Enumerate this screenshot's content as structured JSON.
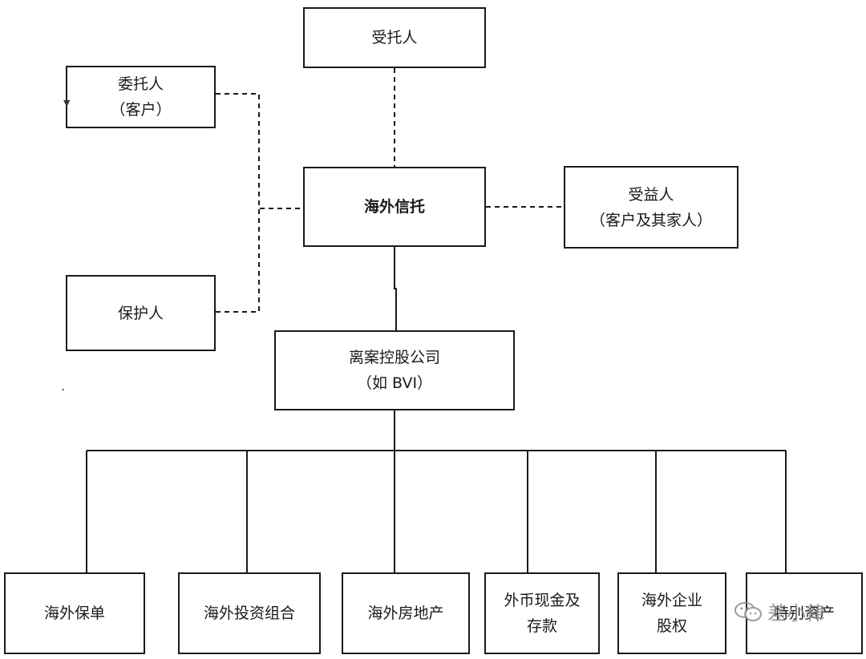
{
  "nodes": {
    "trustee": "受托人",
    "settlor": {
      "line1": "委托人",
      "line2": "（客户）"
    },
    "trust": "海外信托",
    "beneficiary": {
      "line1": "受益人",
      "line2": "（客户及其家人）"
    },
    "protector": "保护人",
    "holding": {
      "line1": "离案控股公司",
      "line2": "（如 BVI）"
    }
  },
  "assets": [
    {
      "line1": "海外保单",
      "line2": ""
    },
    {
      "line1": "海外投资组合",
      "line2": ""
    },
    {
      "line1": "海外房地产",
      "line2": ""
    },
    {
      "line1": "外币现金及",
      "line2": "存款"
    },
    {
      "line1": "海外企业",
      "line2": "股权"
    },
    {
      "line1": "特别资产",
      "line2": ""
    }
  ],
  "watermark": "差小律"
}
